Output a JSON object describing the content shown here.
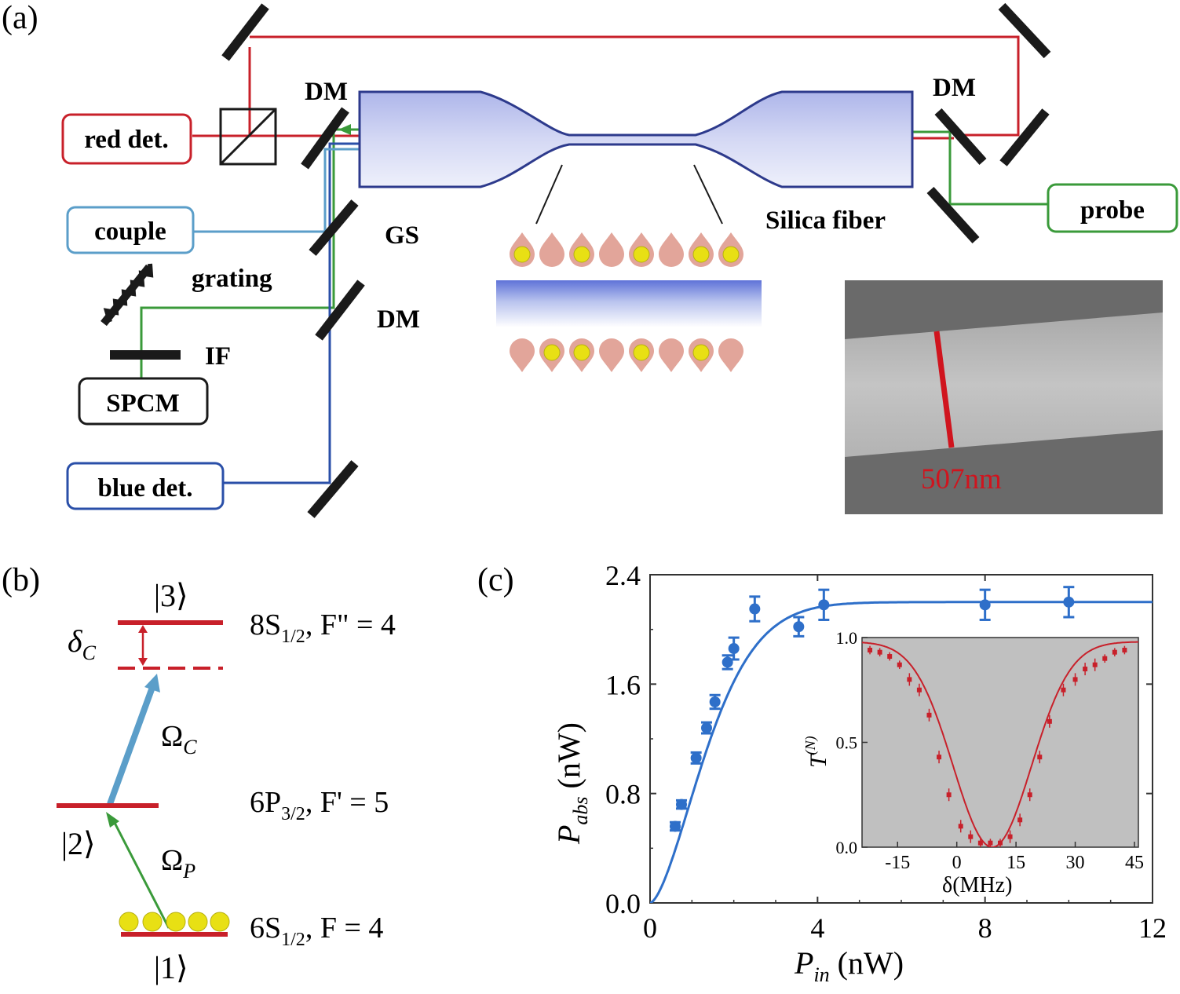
{
  "panel_a": {
    "label": "(a)",
    "boxes": {
      "red_det": "red det.",
      "couple": "couple",
      "spcm": "SPCM",
      "blue_det": "blue det.",
      "probe": "probe"
    },
    "components": {
      "dm_left": "DM",
      "dm_right": "DM",
      "dm_lower": "DM",
      "gs": "GS",
      "grating": "grating",
      "if": "IF",
      "silica_fiber": "Silica fiber"
    },
    "sem_scale": "507nm",
    "colors": {
      "red": "#c8202a",
      "green": "#3a9a3a",
      "light_blue": "#5b9ec9",
      "blue": "#2a4fa8",
      "fiber_fill": "#c8cdf0",
      "fiber_stroke": "#2d3a8c",
      "atom_shell": "#e2a59a",
      "atom_core": "#e8e014",
      "sem_bg": "#6a6a6a",
      "sem_fiber": "#bcbcbc"
    }
  },
  "panel_b": {
    "label": "(b)",
    "levels": {
      "ket3": "|3⟩",
      "ket2": "|2⟩",
      "ket1": "|1⟩",
      "delta_c": "δ",
      "delta_c_sub": "C",
      "omega_c": "Ω",
      "omega_c_sub": "C",
      "omega_p": "Ω",
      "omega_p_sub": "P"
    },
    "state_labels": {
      "s8": "8S",
      "s8_sub": "1/2",
      "s8_rest": ", F\" = 4",
      "p6": "6P",
      "p6_sub": "3/2",
      "p6_rest": ", F' = 5",
      "s6": "6S",
      "s6_sub": "1/2",
      "s6_rest": ", F = 4"
    }
  },
  "panel_c": {
    "label": "(c)",
    "ylabel": "P",
    "ylabel_sub": "abs",
    "ylabel_unit": " (nW)",
    "xlabel": "P",
    "xlabel_sub": "in",
    "xlabel_unit": " (nW)",
    "inset": {
      "ylabel": "T",
      "ylabel_sup": "(N)",
      "xlabel": "δ(MHz)"
    }
  },
  "chart_data": [
    {
      "type": "scatter",
      "xlim": [
        0,
        12
      ],
      "ylim": [
        0,
        2.4
      ],
      "x_ticks": [
        "0",
        "4",
        "8",
        "12"
      ],
      "y_ticks": [
        "0.0",
        "0.8",
        "1.6",
        "2.4"
      ],
      "x_tick_values": [
        0,
        4,
        8,
        12
      ],
      "y_tick_values": [
        0,
        0.8,
        1.6,
        2.4
      ],
      "color": "#2e6fc9",
      "points": [
        {
          "x": 0.6,
          "y": 0.56,
          "err": 0.03
        },
        {
          "x": 0.75,
          "y": 0.72,
          "err": 0.03
        },
        {
          "x": 1.1,
          "y": 1.06,
          "err": 0.04
        },
        {
          "x": 1.35,
          "y": 1.28,
          "err": 0.04
        },
        {
          "x": 1.55,
          "y": 1.47,
          "err": 0.05
        },
        {
          "x": 1.85,
          "y": 1.76,
          "err": 0.05
        },
        {
          "x": 2.0,
          "y": 1.86,
          "err": 0.08
        },
        {
          "x": 2.5,
          "y": 2.15,
          "err": 0.09
        },
        {
          "x": 3.55,
          "y": 2.02,
          "err": 0.07
        },
        {
          "x": 4.15,
          "y": 2.18,
          "err": 0.11
        },
        {
          "x": 8.0,
          "y": 2.18,
          "err": 0.11
        },
        {
          "x": 10.0,
          "y": 2.2,
          "err": 0.11
        }
      ],
      "fit": {
        "saturation": 2.2,
        "scale": 1.08
      }
    },
    {
      "type": "scatter",
      "xlim": [
        -24,
        46
      ],
      "ylim": [
        0,
        1.0
      ],
      "x_ticks": [
        "-15",
        "0",
        "15",
        "30",
        "45"
      ],
      "y_ticks": [
        "0.0",
        "0.5",
        "1.0"
      ],
      "x_tick_values": [
        -15,
        0,
        15,
        30,
        45
      ],
      "y_tick_values": [
        0,
        0.5,
        1.0
      ],
      "grid": false,
      "background": "#c0c0c0",
      "color": "#c8202a",
      "points": [
        {
          "x": -22,
          "y": 0.94,
          "err": 0.02
        },
        {
          "x": -19.5,
          "y": 0.93,
          "err": 0.02
        },
        {
          "x": -17,
          "y": 0.91,
          "err": 0.02
        },
        {
          "x": -14.5,
          "y": 0.87,
          "err": 0.02
        },
        {
          "x": -12,
          "y": 0.8,
          "err": 0.03
        },
        {
          "x": -9.5,
          "y": 0.75,
          "err": 0.03
        },
        {
          "x": -7,
          "y": 0.63,
          "err": 0.03
        },
        {
          "x": -4.5,
          "y": 0.43,
          "err": 0.03
        },
        {
          "x": -2,
          "y": 0.25,
          "err": 0.03
        },
        {
          "x": 1,
          "y": 0.1,
          "err": 0.03
        },
        {
          "x": 3.5,
          "y": 0.05,
          "err": 0.03
        },
        {
          "x": 6,
          "y": 0.02,
          "err": 0.02
        },
        {
          "x": 8.5,
          "y": 0.02,
          "err": 0.02
        },
        {
          "x": 11,
          "y": 0.02,
          "err": 0.02
        },
        {
          "x": 13.5,
          "y": 0.05,
          "err": 0.03
        },
        {
          "x": 16,
          "y": 0.13,
          "err": 0.03
        },
        {
          "x": 18.5,
          "y": 0.25,
          "err": 0.03
        },
        {
          "x": 21,
          "y": 0.43,
          "err": 0.03
        },
        {
          "x": 23.5,
          "y": 0.6,
          "err": 0.03
        },
        {
          "x": 27,
          "y": 0.75,
          "err": 0.03
        },
        {
          "x": 30,
          "y": 0.8,
          "err": 0.03
        },
        {
          "x": 32.5,
          "y": 0.85,
          "err": 0.03
        },
        {
          "x": 35,
          "y": 0.87,
          "err": 0.03
        },
        {
          "x": 37.5,
          "y": 0.9,
          "err": 0.02
        },
        {
          "x": 40,
          "y": 0.93,
          "err": 0.02
        },
        {
          "x": 42.5,
          "y": 0.94,
          "err": 0.02
        }
      ],
      "fit": {
        "center": 9,
        "width": 14,
        "floor": 0.0,
        "top": 0.98
      }
    }
  ]
}
